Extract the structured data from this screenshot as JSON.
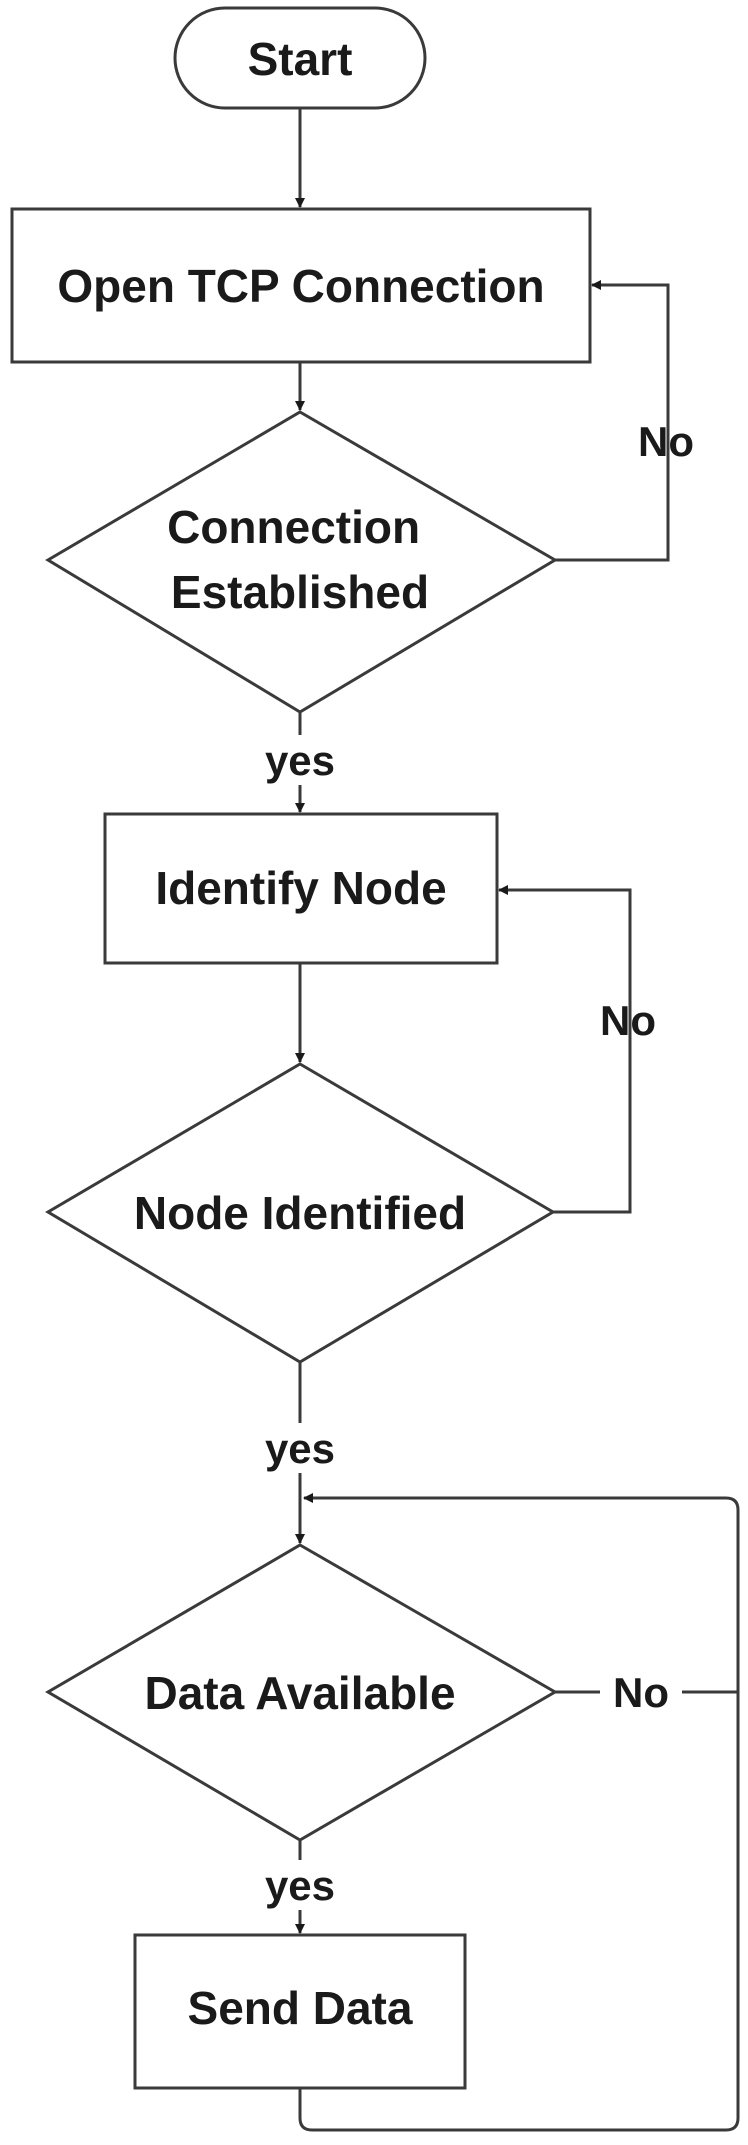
{
  "nodes": {
    "start": "Start",
    "open_tcp": "Open TCP Connection",
    "connection_established_line1": "Connection",
    "connection_established_line2": "Established",
    "identify_node": "Identify Node",
    "node_identified": "Node Identified",
    "data_available": "Data Available",
    "send_data": "Send Data"
  },
  "edges": {
    "no_connection": "No",
    "yes_connection": "yes",
    "no_node": "No",
    "yes_node": "yes",
    "no_data": "No",
    "yes_data": "yes"
  },
  "colors": {
    "stroke": "#3a3a3a",
    "text": "#1a1a1a",
    "background": "#ffffff"
  }
}
